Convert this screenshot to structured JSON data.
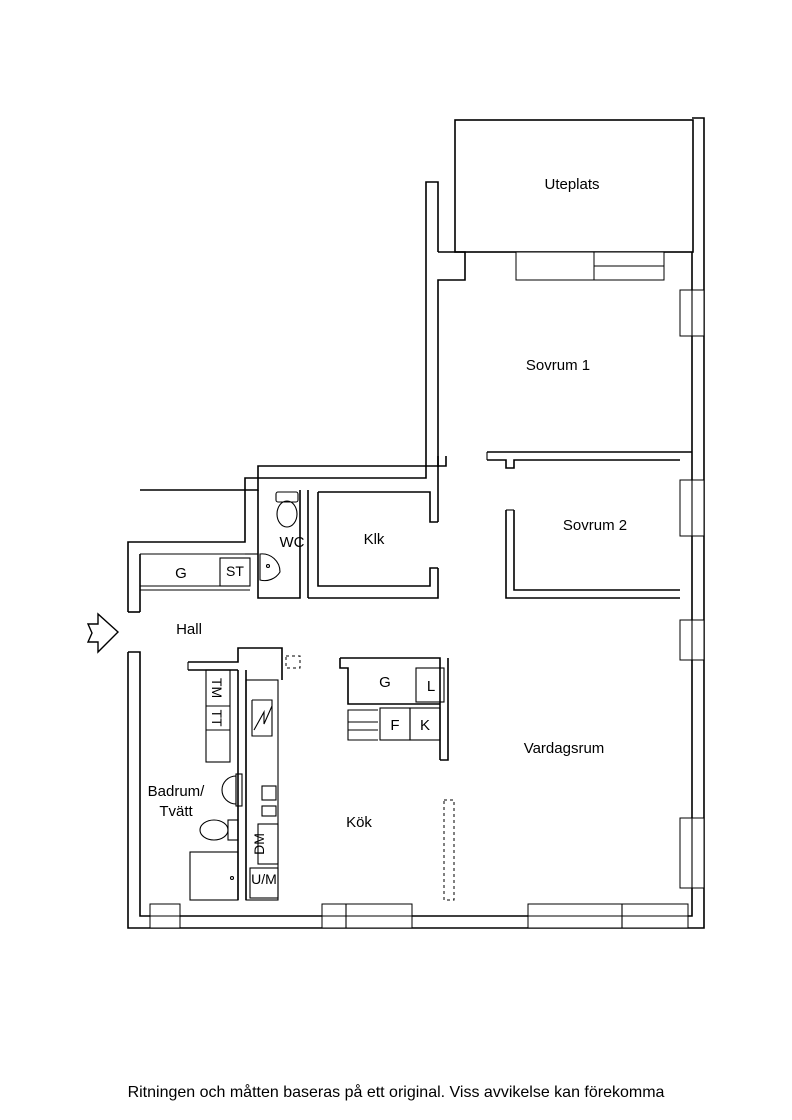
{
  "rooms": {
    "uteplats": "Uteplats",
    "sovrum1": "Sovrum 1",
    "sovrum2": "Sovrum 2",
    "wc": "WC",
    "klk": "Klk",
    "hall": "Hall",
    "vardagsrum": "Vardagsrum",
    "badrum_line1": "Badrum/",
    "badrum_line2": "Tvätt",
    "kok": "Kök"
  },
  "fixtures": {
    "hall_g": "G",
    "hall_st": "ST",
    "kitchen_g": "G",
    "kitchen_l": "L",
    "kitchen_f": "F",
    "kitchen_k": "K",
    "tm": "TM",
    "tt": "TT",
    "dm": "DM",
    "um": "U/M"
  },
  "footer": {
    "disclaimer": "Ritningen och måtten baseras på ett original. Viss avvikelse kan förekomma"
  }
}
